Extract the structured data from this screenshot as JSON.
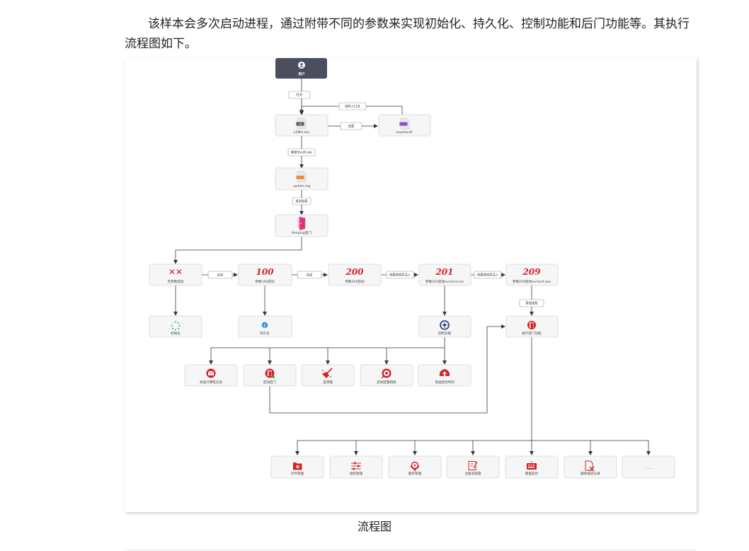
{
  "intro_text": "该样本会多次启动进程，通过附带不同的参数来实现初始化、持久化、控制功能和后门功能等。其执行流程图如下。",
  "caption": "流程图",
  "colors": {
    "red": "#d42426",
    "dark_node": "#4a4e5f",
    "green": "#2bb34a",
    "blue": "#2f6fb5",
    "navy": "#24387e",
    "pink": "#e2317b"
  },
  "nodes": {
    "user": "用户",
    "lzma": "LZMA.exe",
    "expatw": "expatw.dll",
    "update_log": "update.log",
    "keeplug": "Keeplug后门",
    "no_param": "无参数启动",
    "param100": "参数100启动",
    "param200": "参数200启动",
    "param201": "参数201启动svchost.exe",
    "param209": "参数209启动svchost.exe",
    "init": "初始化",
    "persist": "持久化",
    "control": "控制功能",
    "backdoor_exec": "执行后门功能",
    "send_info": "发送计算机信息",
    "start_backdoor": "启动后门",
    "cleanup": "自清理",
    "start_config": "启动配置相关",
    "send_start_time": "发送启动时间",
    "file_mgmt": "文件管理",
    "proc_mgmt": "进程管理",
    "svc_mgmt": "服务管理",
    "reg_mgmt": "注册表管理",
    "keylogger": "键盘监听",
    "delete_records": "删除痕迹记录",
    "more": "……"
  },
  "labels": {
    "open": "打开",
    "hijack_entry": "劫持入口点",
    "load": "加载",
    "decrypt_shellcode": "解密ShellCode",
    "reflective_load": "反射加载",
    "start1": "启动",
    "start2": "启动",
    "inject1": "创建进程并注入",
    "inject2": "创建进程并注入",
    "pipe_read": "管道读取"
  },
  "glyphs": {
    "no_param_mark": "✕✕",
    "num100": "100",
    "num200": "200",
    "num201": "201",
    "num209": "209",
    "file_tag": "ZM"
  }
}
